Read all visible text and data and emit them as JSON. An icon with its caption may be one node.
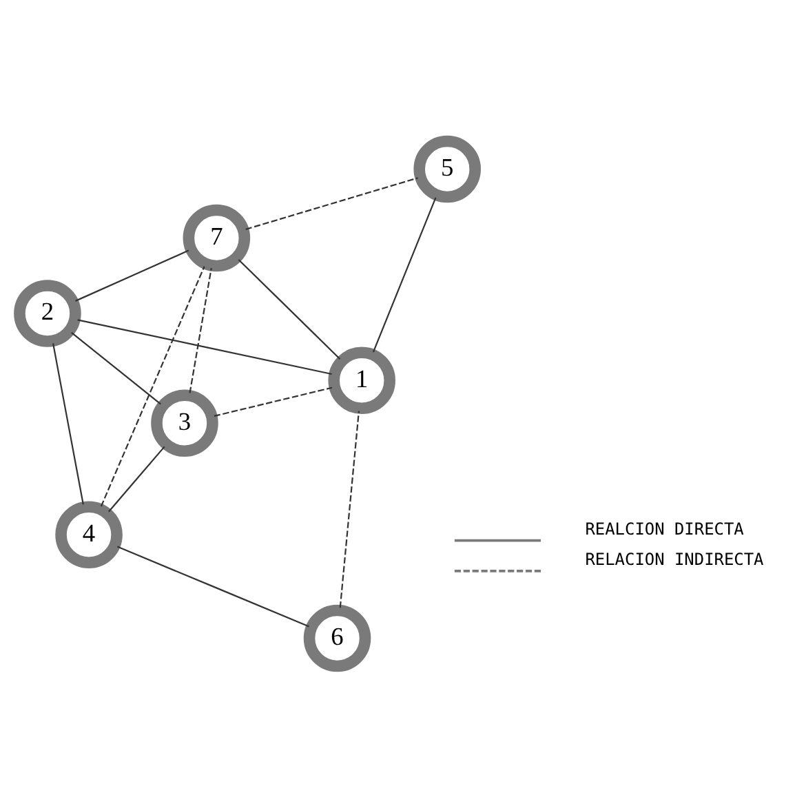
{
  "diagram": {
    "nodes": [
      {
        "text": [
          "4"
        ]
      },
      {
        "text": [
          "6"
        ]
      },
      {
        "text": [
          "3"
        ]
      },
      {
        "text": [
          "7"
        ]
      },
      {
        "text": [
          "5"
        ]
      },
      {
        "text": [
          "2"
        ]
      },
      {
        "text": [
          "1"
        ]
      }
    ],
    "edges": [
      {
        "from": 0,
        "to": 1,
        "arrow": "none"
      },
      {
        "from": 0,
        "to": 2,
        "arrow": "none"
      },
      {
        "from": 0,
        "to": 3,
        "arrow": "none",
        "style": "dashed"
      },
      {
        "from": 0,
        "to": 5,
        "arrow": "none"
      },
      {
        "from": 2,
        "to": 3,
        "arrow": "none",
        "style": "dashed"
      },
      {
        "from": 2,
        "to": 5,
        "arrow": "none"
      },
      {
        "from": 2,
        "to": 6,
        "arrow": "none",
        "style": "dashed"
      },
      {
        "from": 1,
        "to": 6,
        "arrow": "none",
        "style": "dashed"
      },
      {
        "from": 3,
        "to": 4,
        "arrow": "none",
        "style": "dashed"
      },
      {
        "from": 3,
        "to": 5,
        "arrow": "none"
      },
      {
        "from": 3,
        "to": 6,
        "arrow": "none"
      },
      {
        "from": 4,
        "to": 6,
        "arrow": "none"
      },
      {
        "from": 5,
        "to": 6,
        "arrow": "none"
      }
    ],
    "legend": [
      {
        "text": "REALCION DIRECTA"
      },
      {
        "text": "RELACION INDIRECTA"
      }
    ]
  }
}
